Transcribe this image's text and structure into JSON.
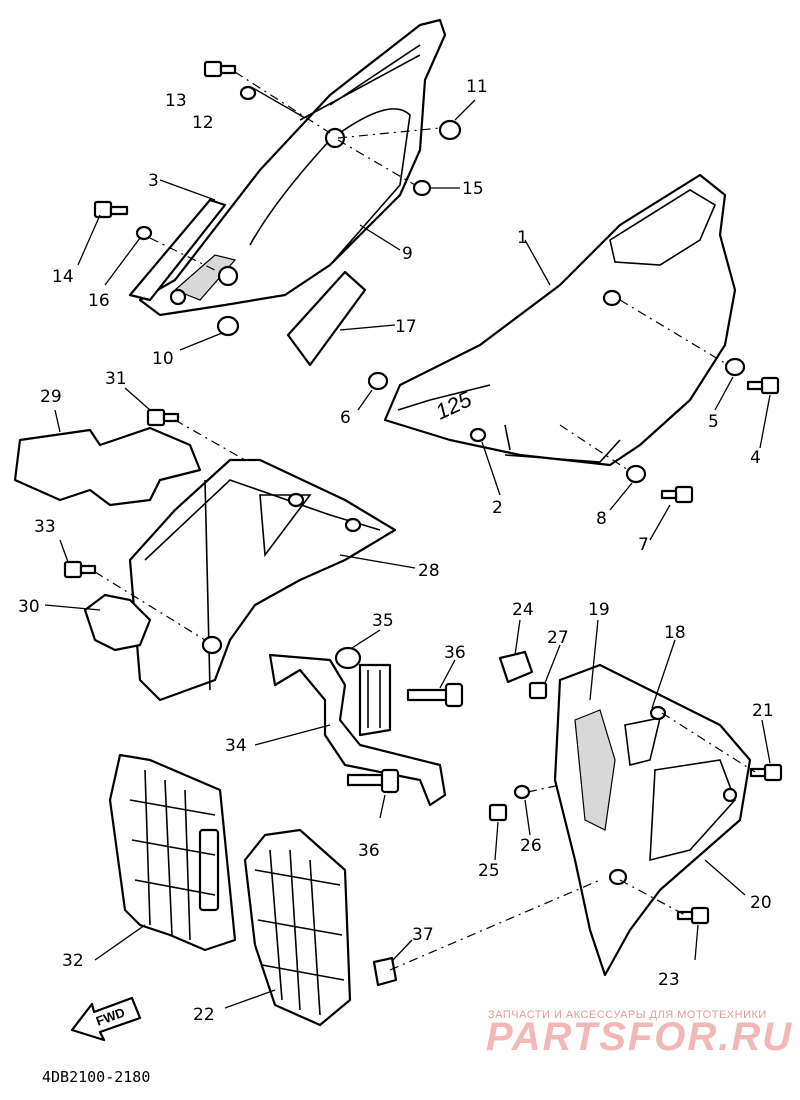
{
  "diagram": {
    "code": "4DB2100-2180",
    "fwd_label": "FWD",
    "decal_text": "125",
    "callouts": [
      "1",
      "2",
      "3",
      "4",
      "5",
      "6",
      "7",
      "8",
      "9",
      "10",
      "11",
      "12",
      "13",
      "14",
      "15",
      "16",
      "17",
      "18",
      "19",
      "20",
      "21",
      "22",
      "23",
      "24",
      "25",
      "26",
      "27",
      "28",
      "29",
      "30",
      "31",
      "32",
      "33",
      "34",
      "35",
      "36",
      "36",
      "37"
    ]
  },
  "watermark": {
    "tagline": "ЗАПЧАСТИ И АКСЕССУАРЫ ДЛЯ МОТОТЕХНИКИ",
    "brand": "PARTSFOR.RU",
    "colors": {
      "tagline": "#e89a9a",
      "brand": "#f2b8b8"
    }
  }
}
